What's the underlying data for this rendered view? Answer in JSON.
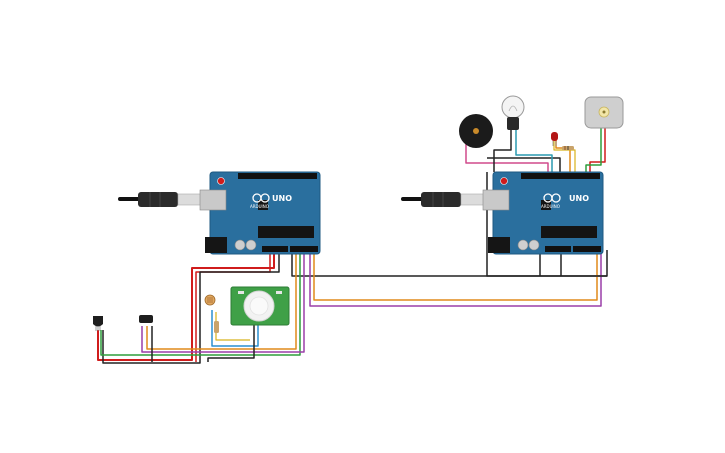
{
  "boards": [
    {
      "id": "left",
      "logo_text": "UNO",
      "brand_text": "ARDUINO"
    },
    {
      "id": "right",
      "logo_text": "UNO",
      "brand_text": "ARDUINO"
    }
  ],
  "colors": {
    "board": "#2a6f9e",
    "board_edge": "#1f5a82",
    "wire_red": "#d01c1c",
    "wire_black": "#222222",
    "wire_green": "#2e9d3c",
    "wire_orange": "#e08a1a",
    "wire_purple": "#9a3fa8",
    "wire_blue": "#2a8fd0",
    "wire_yellow": "#d8b21c",
    "wire_pink": "#d04a8c",
    "pir_board": "#3fa047"
  },
  "icons": [
    "usb-plug-icon",
    "buzzer-icon",
    "bulb-icon",
    "led-icon",
    "dc-motor-icon",
    "pir-sensor-icon",
    "photoresistor-icon",
    "ir-receiver-icon",
    "temperature-sensor-icon"
  ]
}
